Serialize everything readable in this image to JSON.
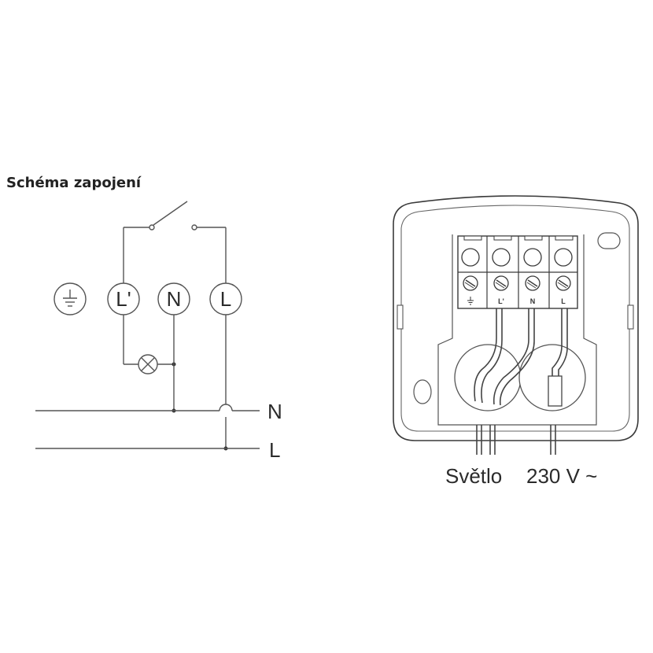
{
  "schematic": {
    "title": "Schéma zapojení",
    "terminals": {
      "earth": "earth-symbol",
      "l_prime": "L'",
      "n": "N",
      "l": "L"
    },
    "lines": {
      "n": "N",
      "l": "L"
    }
  },
  "device": {
    "terminal_labels": {
      "earth": "earth-symbol",
      "l_prime": "L'",
      "n": "N",
      "l": "L"
    },
    "caption_word": "Světlo",
    "caption_value": "230 V ~"
  },
  "colors": {
    "line": "#555555",
    "text": "#2b2b2b",
    "background": "#ffffff"
  }
}
